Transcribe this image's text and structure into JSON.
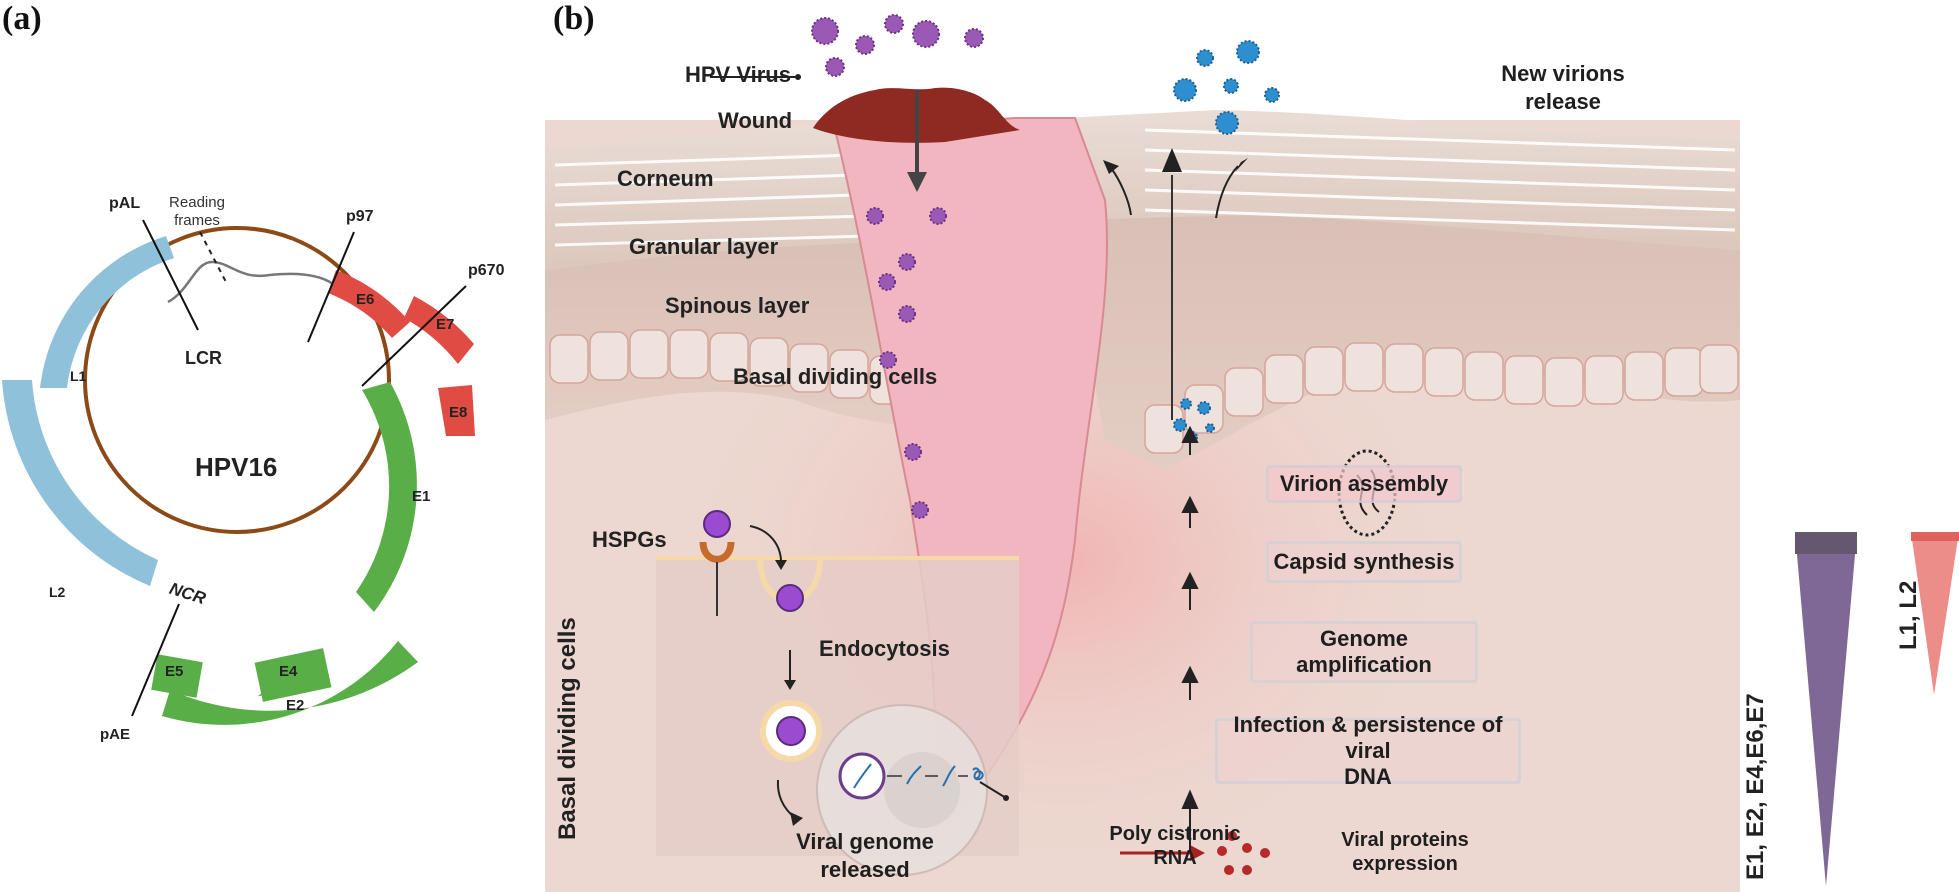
{
  "panel_a": {
    "label": "(a)",
    "genome_name": "HPV16",
    "regions": {
      "lcr": "LCR",
      "ncr": "NCR"
    },
    "reading_frames_label": "Reading frames",
    "promoters": [
      "pAL",
      "p97",
      "p670",
      "pAE"
    ],
    "genes": [
      {
        "name": "L1",
        "class": "late",
        "color": "#8fc1db"
      },
      {
        "name": "L2",
        "class": "late",
        "color": "#8fc1db"
      },
      {
        "name": "E6",
        "class": "oncogene",
        "color": "#e04b44"
      },
      {
        "name": "E7",
        "class": "oncogene",
        "color": "#e04b44"
      },
      {
        "name": "E8",
        "class": "oncogene",
        "color": "#e04b44"
      },
      {
        "name": "E1",
        "class": "early",
        "color": "#5aae48"
      },
      {
        "name": "E2",
        "class": "early",
        "color": "#5aae48"
      },
      {
        "name": "E4",
        "class": "early",
        "color": "#5aae48"
      },
      {
        "name": "E5",
        "class": "early",
        "color": "#5aae48"
      }
    ],
    "genome_ring_color": "#8b4a16"
  },
  "panel_b": {
    "label": "(b)",
    "labels": {
      "hpv_virus": "HPV Virus",
      "wound": "Wound",
      "corneum": "Corneum",
      "granular": "Granular layer",
      "spinous": "Spinous layer",
      "basal": "Basal dividing cells",
      "new_virions_1": "New virions",
      "new_virions_2": "release",
      "hspgs": "HSPGs",
      "basal_vertical": "Basal dividing cells",
      "endocytosis": "Endocytosis",
      "viral_genome_1": "Viral genome",
      "viral_genome_2": "released",
      "poly_1": "Poly cistronic",
      "poly_2": "RNA",
      "viral_proteins_1": "Viral proteins",
      "viral_proteins_2": "expression"
    },
    "steps": [
      {
        "text": "Virion assembly"
      },
      {
        "text": "Capsid synthesis"
      },
      {
        "text": "Genome amplification"
      },
      {
        "text_1": "Infection & persistence of viral",
        "text_2": "DNA"
      }
    ],
    "expression_gradients": [
      {
        "label": "E1, E2, E4,E6,E7",
        "color": "#7f6796",
        "relative_length": 1.0
      },
      {
        "label": "L1, L2",
        "color": "#ec8d8a",
        "relative_length": 0.45
      }
    ],
    "colors": {
      "virus_purple": "#9b59b6",
      "new_virion_blue": "#2e8fd0",
      "wound_red": "#8f2a22",
      "skin_bg": "#ecd9d2",
      "wound_channel_pink": "#f1b6c0"
    }
  }
}
